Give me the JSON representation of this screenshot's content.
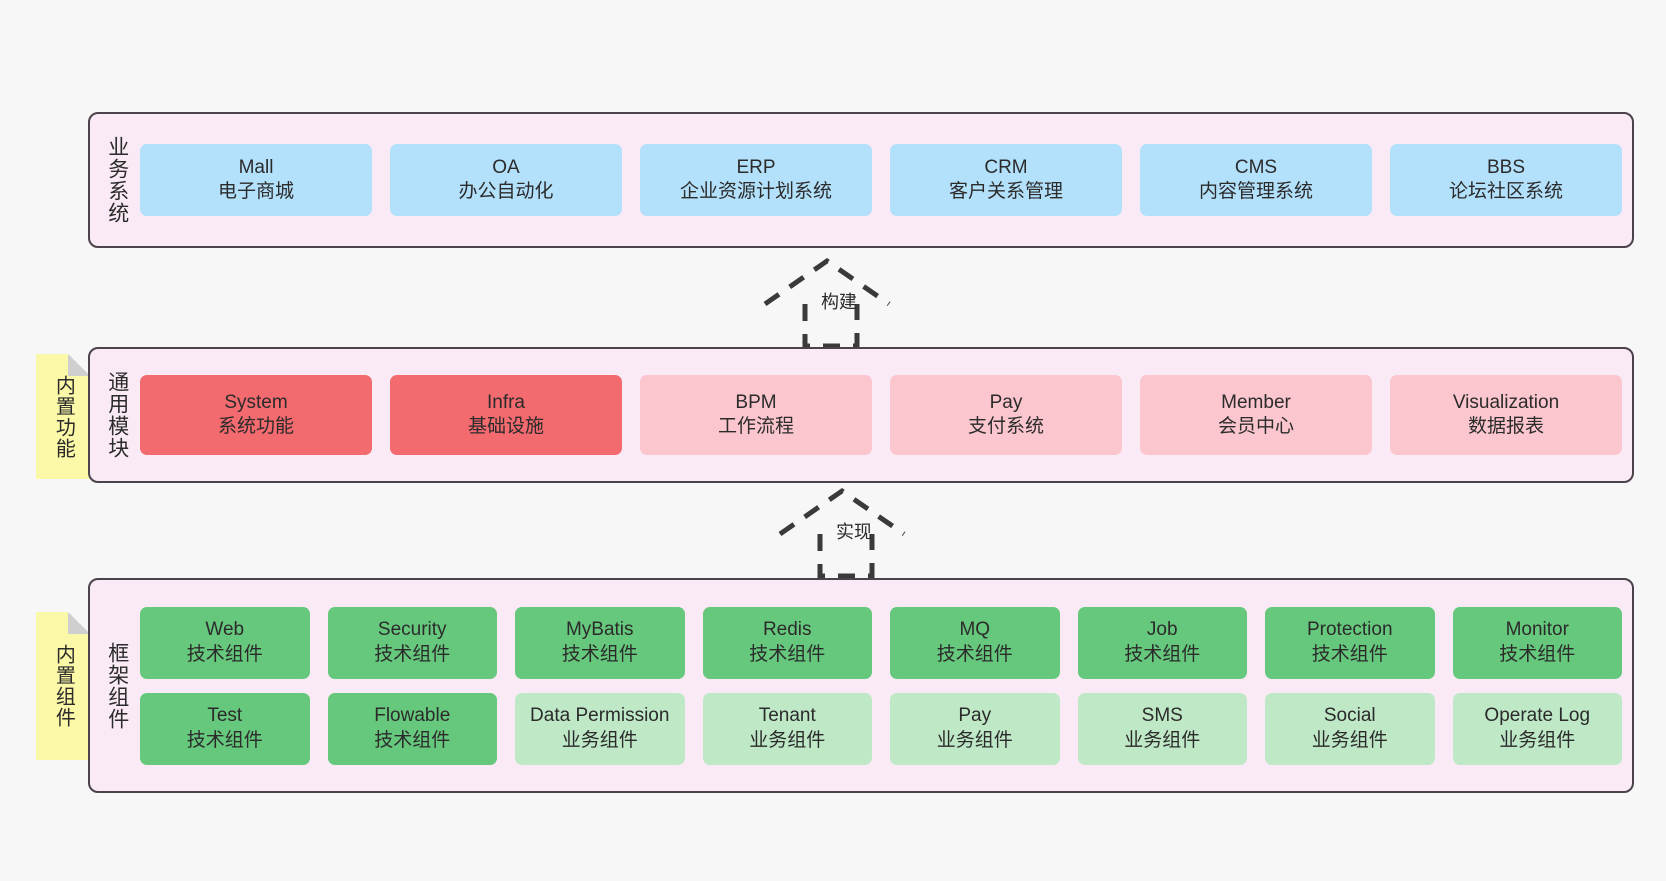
{
  "layers": {
    "business": {
      "label": "业务系统",
      "rows": [
        [
          {
            "t1": "Mall",
            "t2": "电子商城",
            "color": "c-blue"
          },
          {
            "t1": "OA",
            "t2": "办公自动化",
            "color": "c-blue"
          },
          {
            "t1": "ERP",
            "t2": "企业资源计划系统",
            "color": "c-blue"
          },
          {
            "t1": "CRM",
            "t2": "客户关系管理",
            "color": "c-blue"
          },
          {
            "t1": "CMS",
            "t2": "内容管理系统",
            "color": "c-blue"
          },
          {
            "t1": "BBS",
            "t2": "论坛社区系统",
            "color": "c-blue"
          }
        ]
      ]
    },
    "modules": {
      "label": "通用模块",
      "note": "内置功能",
      "rows": [
        [
          {
            "t1": "System",
            "t2": "系统功能",
            "color": "c-red"
          },
          {
            "t1": "Infra",
            "t2": "基础设施",
            "color": "c-red"
          },
          {
            "t1": "BPM",
            "t2": "工作流程",
            "color": "c-pink"
          },
          {
            "t1": "Pay",
            "t2": "支付系统",
            "color": "c-pink"
          },
          {
            "t1": "Member",
            "t2": "会员中心",
            "color": "c-pink"
          },
          {
            "t1": "Visualization",
            "t2": "数据报表",
            "color": "c-pink"
          }
        ]
      ]
    },
    "framework": {
      "label": "框架组件",
      "note": "内置组件",
      "rows": [
        [
          {
            "t1": "Web",
            "t2": "技术组件",
            "color": "c-green"
          },
          {
            "t1": "Security",
            "t2": "技术组件",
            "color": "c-green"
          },
          {
            "t1": "MyBatis",
            "t2": "技术组件",
            "color": "c-green"
          },
          {
            "t1": "Redis",
            "t2": "技术组件",
            "color": "c-green"
          },
          {
            "t1": "MQ",
            "t2": "技术组件",
            "color": "c-green"
          },
          {
            "t1": "Job",
            "t2": "技术组件",
            "color": "c-green"
          },
          {
            "t1": "Protection",
            "t2": "技术组件",
            "color": "c-green"
          },
          {
            "t1": "Monitor",
            "t2": "技术组件",
            "color": "c-green"
          }
        ],
        [
          {
            "t1": "Test",
            "t2": "技术组件",
            "color": "c-green"
          },
          {
            "t1": "Flowable",
            "t2": "技术组件",
            "color": "c-green"
          },
          {
            "t1": "Data Permission",
            "t2": "业务组件",
            "color": "c-lightgreen"
          },
          {
            "t1": "Tenant",
            "t2": "业务组件",
            "color": "c-lightgreen"
          },
          {
            "t1": "Pay",
            "t2": "业务组件",
            "color": "c-lightgreen"
          },
          {
            "t1": "SMS",
            "t2": "业务组件",
            "color": "c-lightgreen"
          },
          {
            "t1": "Social",
            "t2": "业务组件",
            "color": "c-lightgreen"
          },
          {
            "t1": "Operate Log",
            "t2": "业务组件",
            "color": "c-lightgreen"
          }
        ]
      ]
    }
  },
  "connectors": {
    "build": {
      "label": "构建"
    },
    "realize": {
      "label": "实现"
    }
  },
  "colors": {
    "band_fill": "#f9eaf5",
    "band_border": "#4b424b",
    "note_fill": "#fbf8a8",
    "blue": "#b3e0fb",
    "red": "#f36a6f",
    "pink": "#fbc6ce",
    "green": "#66c87c",
    "light_green": "#bfe8c7",
    "canvas": "#f7f7f7",
    "connector": "#3a3a3a"
  }
}
